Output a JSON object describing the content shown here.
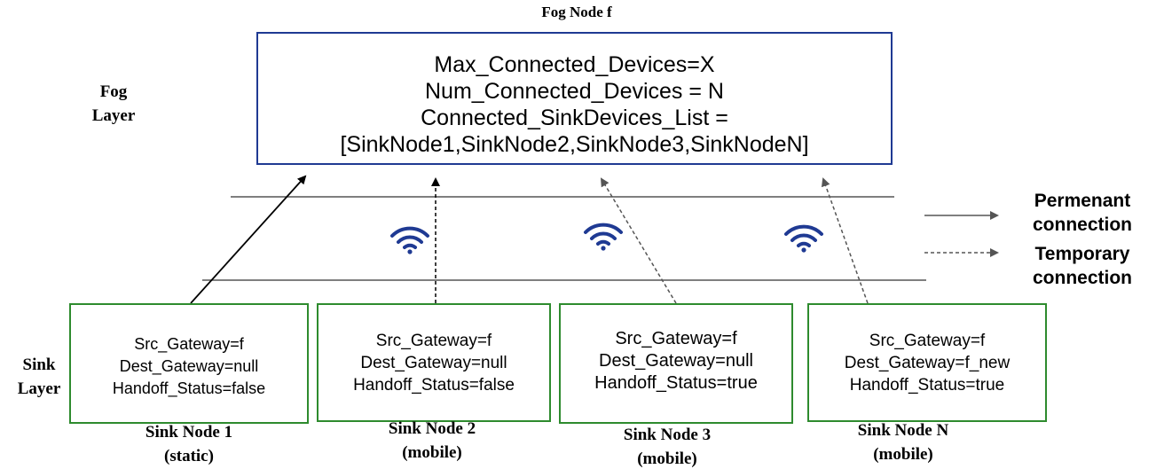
{
  "fog_node": {
    "title": "Fog Node f",
    "line1": "Max_Connected_Devices=X",
    "line2": "Num_Connected_Devices = N",
    "line3": "Connected_SinkDevices_List =",
    "line4": "[SinkNode1,SinkNode2,SinkNode3,SinkNodeN]"
  },
  "layers": {
    "fog_line1": "Fog",
    "fog_line2": "Layer",
    "sink_line1": "Sink",
    "sink_line2": "Layer"
  },
  "legend": {
    "permanent_line1": "Permenant",
    "permanent_line2": "connection",
    "temporary_line1": "Temporary",
    "temporary_line2": "connection"
  },
  "sink_nodes": [
    {
      "src": "Src_Gateway=f",
      "dest": "Dest_Gateway=null",
      "handoff": "Handoff_Status=false",
      "name": "Sink Node 1",
      "type": "(static)"
    },
    {
      "src": "Src_Gateway=f",
      "dest": "Dest_Gateway=null",
      "handoff": "Handoff_Status=false",
      "name": "Sink Node 2",
      "type": "(mobile)"
    },
    {
      "src": "Src_Gateway=f",
      "dest": "Dest_Gateway=null",
      "handoff": "Handoff_Status=true",
      "name": "Sink Node 3",
      "type": "(mobile)"
    },
    {
      "src": "Src_Gateway=f",
      "dest": "Dest_Gateway=f_new",
      "handoff": "Handoff_Status=true",
      "name": "Sink Node N",
      "type": "(mobile)"
    }
  ],
  "colors": {
    "fog_border": "#1f3a93",
    "sink_border": "#2e8b2e",
    "wifi": "#1f3a93"
  },
  "icons": [
    "wifi-icon",
    "wifi-icon",
    "wifi-icon"
  ]
}
